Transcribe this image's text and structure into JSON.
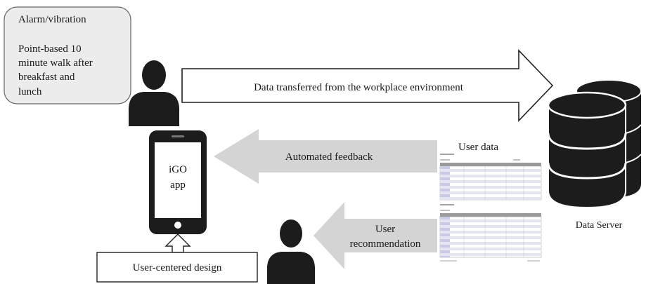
{
  "note_box": {
    "line1": "Alarm/vibration",
    "line2": "Point-based 10",
    "line3": "minute walk after",
    "line4": "breakfast and",
    "line5": "lunch"
  },
  "arrows": {
    "data_transfer": "Data transferred from the workplace environment",
    "automated_feedback": "Automated feedback",
    "user_recommendation_line1": "User",
    "user_recommendation_line2": "recommendation"
  },
  "phone": {
    "line1": "iGO",
    "line2": "app"
  },
  "user_data": {
    "title": "User data"
  },
  "server": {
    "label": "Data Server"
  },
  "design_box": {
    "label": "User-centered design"
  },
  "colors": {
    "outline": "#222222",
    "figure": "#1c1c1c",
    "grey_arrow": "#d4d4d4",
    "note_fill": "#ececec",
    "table_header": "#c9cbe6",
    "table_row_alt": "#e4e5f3"
  }
}
